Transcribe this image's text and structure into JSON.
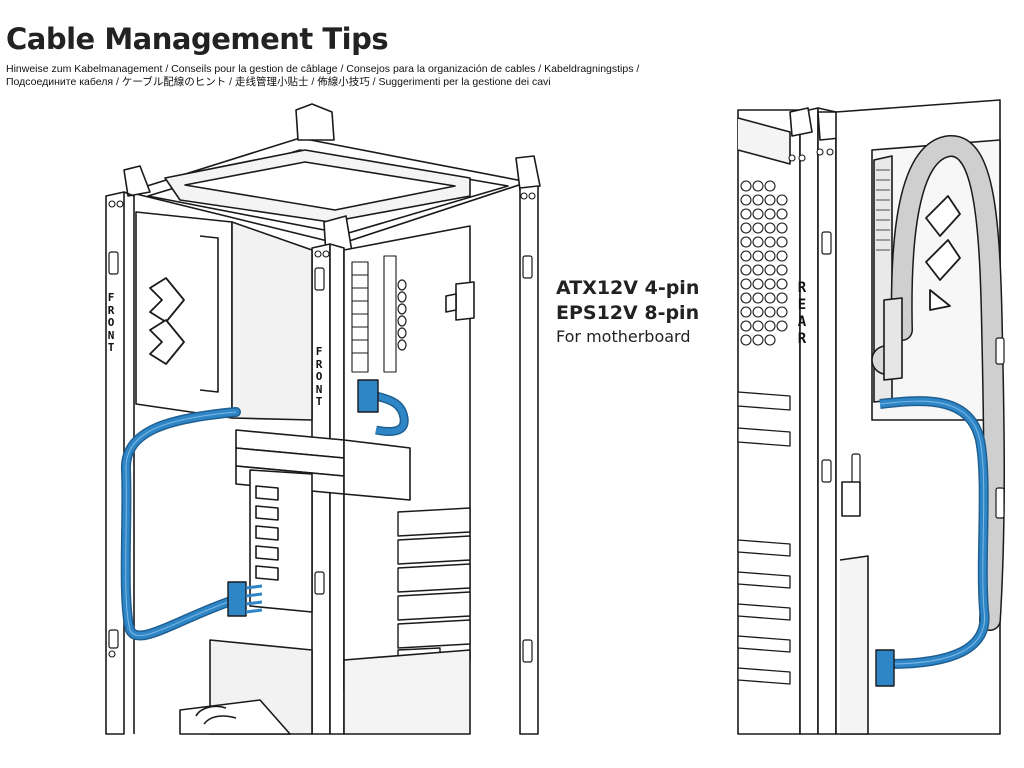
{
  "header": {
    "title": "Cable Management Tips",
    "subtitle_line1": "Hinweise zum Kabelmanagement / Conseils pour la gestion de câblage / Consejos para la organización de cables / Kabeldragningstips /",
    "subtitle_line2": "Подсоедините кабеля / ケーブル配線のヒント / 走线管理小贴士 / 佈線小技巧 / Suggerimenti per la gestione dei cavi"
  },
  "callout": {
    "line1": "ATX12V 4-pin",
    "line2": "EPS12V 8-pin",
    "line3": "For motherboard"
  },
  "labels": {
    "front_left": [
      "F",
      "R",
      "O",
      "N",
      "T"
    ],
    "front_center": [
      "F",
      "R",
      "O",
      "N",
      "T"
    ],
    "rear": [
      "R",
      "E",
      "A",
      "R"
    ]
  },
  "colors": {
    "cable": "#2f86c7",
    "cable_dark": "#1f5f92",
    "outline": "#1a1a1a",
    "gray_tube": "#c9c9c9"
  },
  "icons": {
    "brand_chevrons": "double-chevron-logo"
  }
}
